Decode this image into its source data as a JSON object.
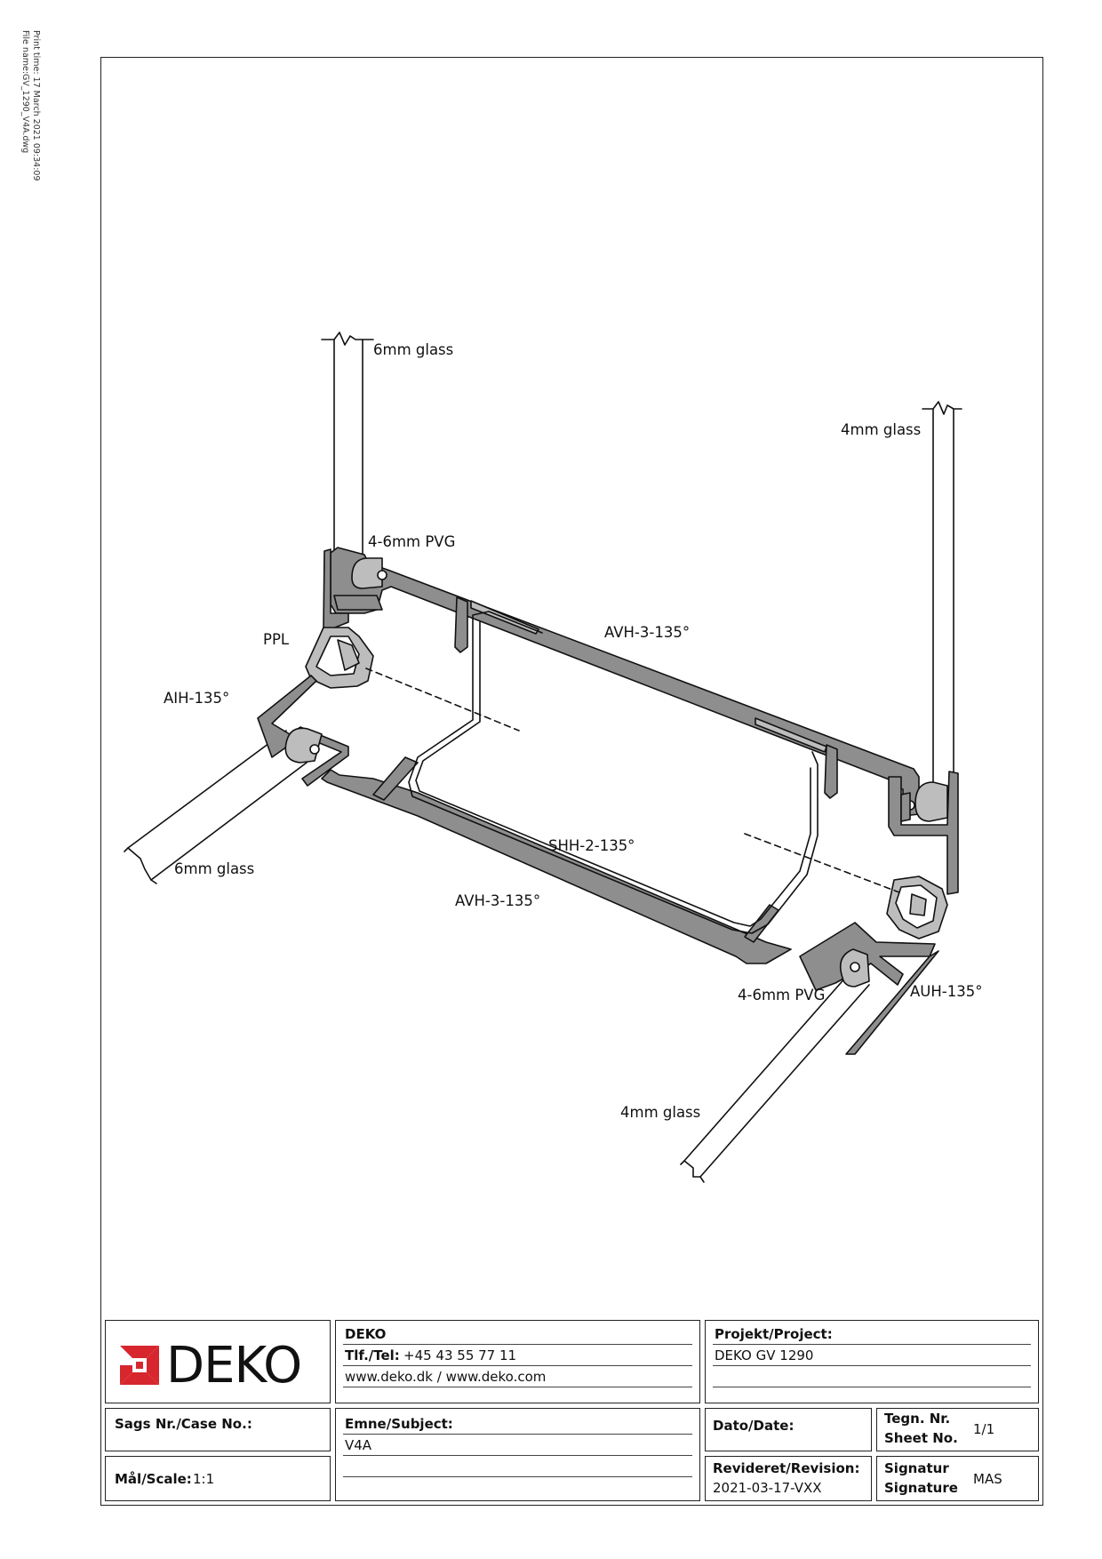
{
  "print_info": {
    "print_time": "Print time: 17 March 2021 09:34:09",
    "file_name": "File name:GV_1290_V4A.dwg"
  },
  "labels": {
    "glass_top_left": "6mm glass",
    "glass_top_right": "4mm glass",
    "pvg_top": "4-6mm PVG",
    "ppl": "PPL",
    "avh_top": "AVH-3-135°",
    "aih": "AIH-135°",
    "shh": "SHH-2-135°",
    "glass_bottom_left": "6mm glass",
    "avh_bottom": "AVH-3-135°",
    "pvg_bottom": "4-6mm PVG",
    "auh": "AUH-135°",
    "glass_bottom_right": "4mm glass"
  },
  "title_block": {
    "logo_text": "DEKO",
    "company": "DEKO",
    "tel_label": "Tlf./Tel:",
    "tel_value": "+45 43 55 77 11",
    "web": "www.deko.dk / www.deko.com",
    "project_label": "Projekt/Project:",
    "project_value": "DEKO GV 1290",
    "case_label": "Sags Nr./Case No.:",
    "case_value": "",
    "subject_label": "Emne/Subject:",
    "subject_value": "V4A",
    "date_label": "Dato/Date:",
    "date_value": "",
    "sheet_label_1": "Tegn. Nr.",
    "sheet_label_2": "Sheet No.",
    "sheet_value": "1/1",
    "scale_label": "Mål/Scale:",
    "scale_value": "1:1",
    "revision_label": "Revideret/Revision:",
    "revision_value": "2021-03-17-VXX",
    "signature_label_1": "Signatur",
    "signature_label_2": "Signature",
    "signature_value": "MAS"
  },
  "colors": {
    "profile_fill": "#8e8e8e",
    "gasket_fill": "#bdbdbd",
    "line": "#111111",
    "logo_red": "#d7262e"
  }
}
